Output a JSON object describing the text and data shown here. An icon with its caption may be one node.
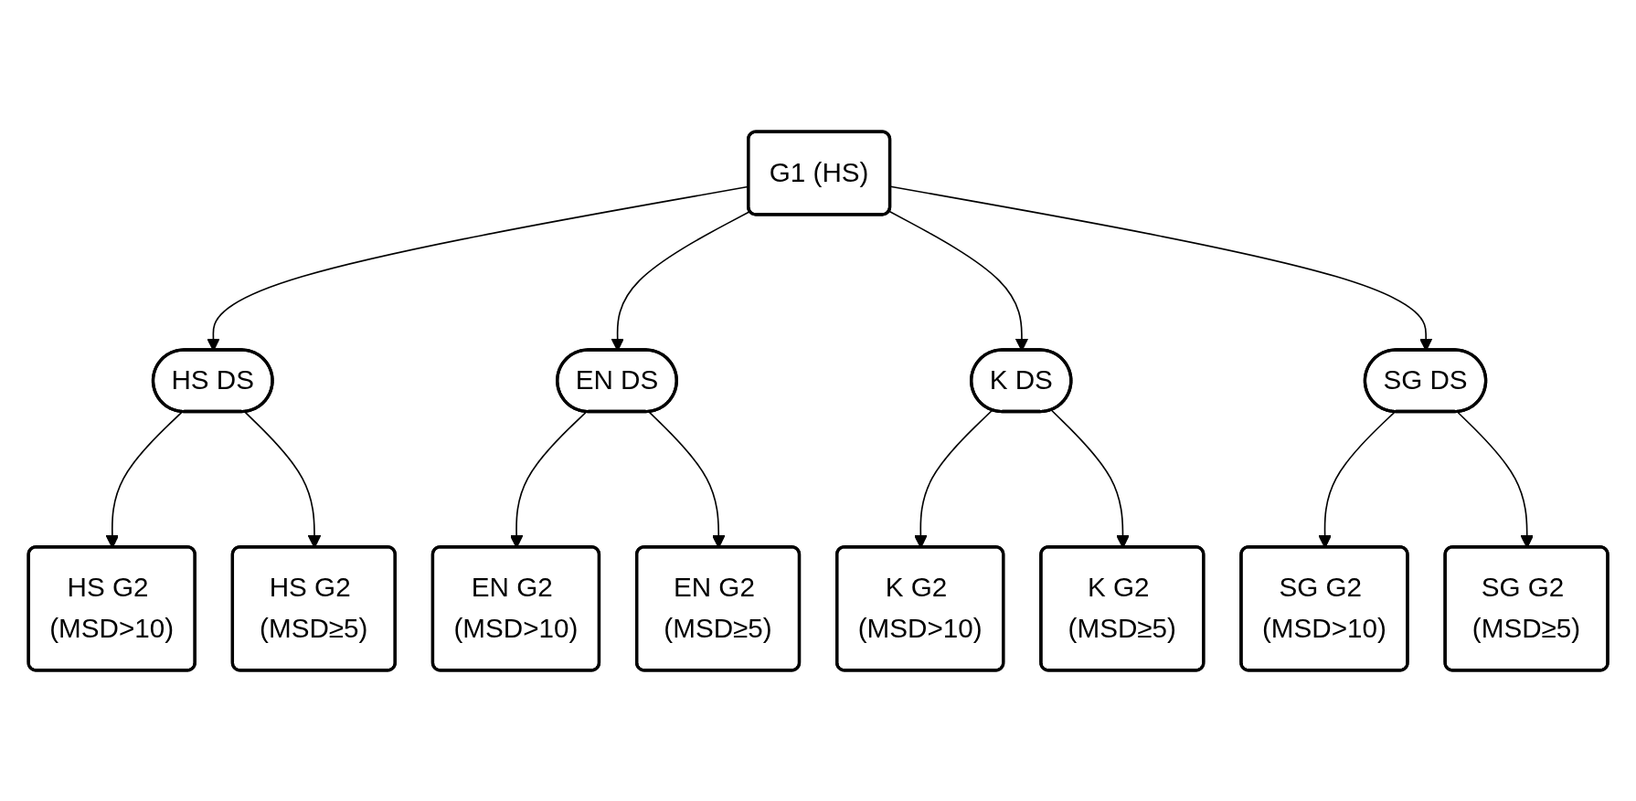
{
  "diagram": {
    "nodes": [
      {
        "text": [
          "G1 (HS)"
        ]
      },
      {
        "text": [
          "HS DS"
        ]
      },
      {
        "text": [
          "EN DS"
        ]
      },
      {
        "text": [
          "K DS"
        ]
      },
      {
        "text": [
          "SG DS"
        ]
      },
      {
        "text": [
          "HS G2 (MSD>10)"
        ]
      },
      {
        "text": [
          "HS G2 (MSD≥5)"
        ]
      },
      {
        "text": [
          "EN G2 (MSD>10)"
        ]
      },
      {
        "text": [
          "EN G2 (MSD≥5)"
        ]
      },
      {
        "text": [
          "K G2 (MSD>10)"
        ]
      },
      {
        "text": [
          "K G2 (MSD≥5)"
        ]
      },
      {
        "text": [
          "SG G2 (MSD>10)"
        ]
      },
      {
        "text": [
          "SG G2 (MSD≥5)"
        ]
      }
    ],
    "edges": [
      {
        "from": 0,
        "to": 1,
        "arrow": "to"
      },
      {
        "from": 0,
        "to": 2,
        "arrow": "to"
      },
      {
        "from": 0,
        "to": 3,
        "arrow": "to"
      },
      {
        "from": 0,
        "to": 4,
        "arrow": "to"
      },
      {
        "from": 1,
        "to": 5,
        "arrow": "to"
      },
      {
        "from": 1,
        "to": 6,
        "arrow": "to"
      },
      {
        "from": 2,
        "to": 7,
        "arrow": "to"
      },
      {
        "from": 2,
        "to": 8,
        "arrow": "to"
      },
      {
        "from": 3,
        "to": 9,
        "arrow": "to"
      },
      {
        "from": 3,
        "to": 10,
        "arrow": "to"
      },
      {
        "from": 4,
        "to": 11,
        "arrow": "to"
      },
      {
        "from": 4,
        "to": 12,
        "arrow": "to"
      }
    ]
  }
}
